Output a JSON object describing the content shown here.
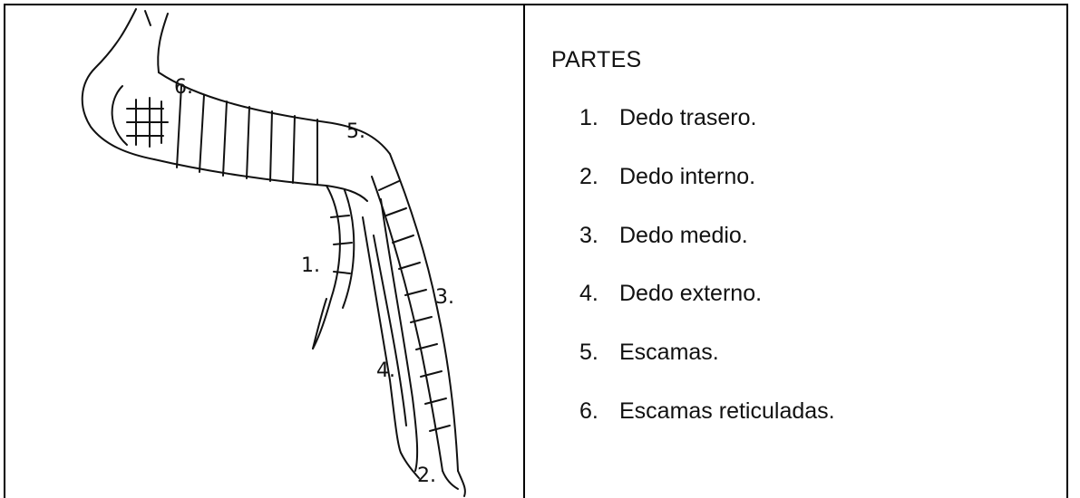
{
  "heading": "PARTES",
  "parts": [
    {
      "num": "1.",
      "label": "Dedo trasero."
    },
    {
      "num": "2.",
      "label": "Dedo interno."
    },
    {
      "num": "3.",
      "label": "Dedo medio."
    },
    {
      "num": "4.",
      "label": "Dedo externo."
    },
    {
      "num": "5.",
      "label": "Escamas."
    },
    {
      "num": "6.",
      "label": "Escamas reticuladas."
    }
  ],
  "figure_labels": [
    "1.",
    "2.",
    "3.",
    "4.",
    "5.",
    "6."
  ]
}
